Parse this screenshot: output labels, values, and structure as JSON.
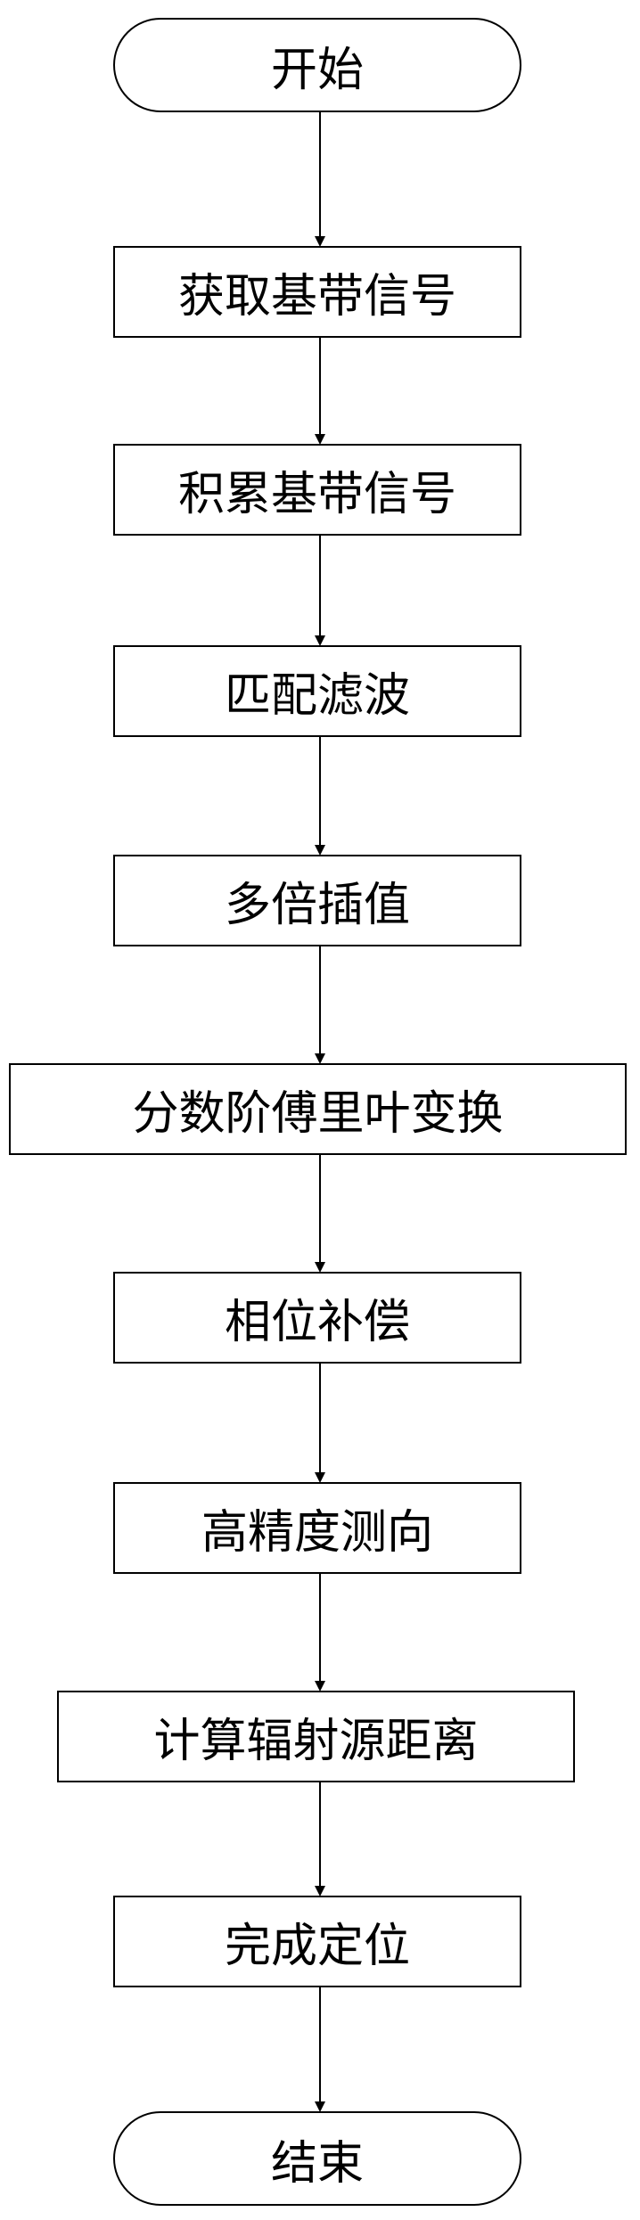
{
  "flowchart": {
    "nodes": [
      {
        "id": "start",
        "type": "terminal",
        "label": "开始"
      },
      {
        "id": "get-baseband",
        "type": "process",
        "label": "获取基带信号"
      },
      {
        "id": "accumulate-baseband",
        "type": "process",
        "label": "积累基带信号"
      },
      {
        "id": "matched-filter",
        "type": "process",
        "label": "匹配滤波"
      },
      {
        "id": "multi-interp",
        "type": "process",
        "label": "多倍插值"
      },
      {
        "id": "frft",
        "type": "process",
        "label": "分数阶傅里叶变换"
      },
      {
        "id": "phase-comp",
        "type": "process",
        "label": "相位补偿"
      },
      {
        "id": "high-precision-df",
        "type": "process",
        "label": "高精度测向"
      },
      {
        "id": "calc-distance",
        "type": "process",
        "label": "计算辐射源距离"
      },
      {
        "id": "finish-locate",
        "type": "process",
        "label": "完成定位"
      },
      {
        "id": "end",
        "type": "terminal",
        "label": "结束"
      }
    ],
    "edges": [
      [
        "start",
        "get-baseband"
      ],
      [
        "get-baseband",
        "accumulate-baseband"
      ],
      [
        "accumulate-baseband",
        "matched-filter"
      ],
      [
        "matched-filter",
        "multi-interp"
      ],
      [
        "multi-interp",
        "frft"
      ],
      [
        "frft",
        "phase-comp"
      ],
      [
        "phase-comp",
        "high-precision-df"
      ],
      [
        "high-precision-df",
        "calc-distance"
      ],
      [
        "calc-distance",
        "finish-locate"
      ],
      [
        "finish-locate",
        "end"
      ]
    ]
  }
}
